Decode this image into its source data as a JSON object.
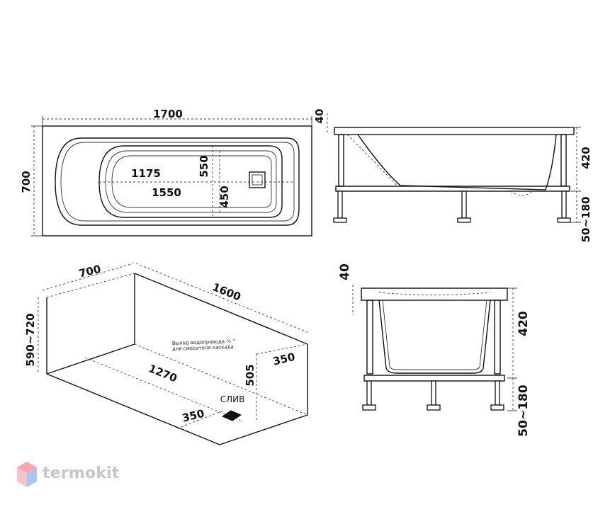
{
  "top_view": {
    "length": "1700",
    "width": "700",
    "inner_length_bottom": "1175",
    "inner_length_top": "1550",
    "inner_width_top": "550",
    "inner_width_bottom": "450"
  },
  "side_view": {
    "rim": "40",
    "height": "420",
    "legs": "50~180"
  },
  "iso_view": {
    "width": "700",
    "length": "1600",
    "height": "590~720",
    "water_note_line1": "Выход водопровода ½ \"",
    "water_note_line2": "для смесителя каскада",
    "floor_length": "1270",
    "pipe_height": "505",
    "pipe_offset": "350",
    "drain_offset": "350",
    "drain_label": "СЛИВ"
  },
  "end_view": {
    "rim": "40",
    "height": "420",
    "legs": "50~180"
  },
  "brand": {
    "name": "termokit",
    "colors": {
      "logo_red": "#f2a7ad",
      "logo_blue": "#a9c6ef",
      "logo_text": "#c4c7cf"
    }
  }
}
